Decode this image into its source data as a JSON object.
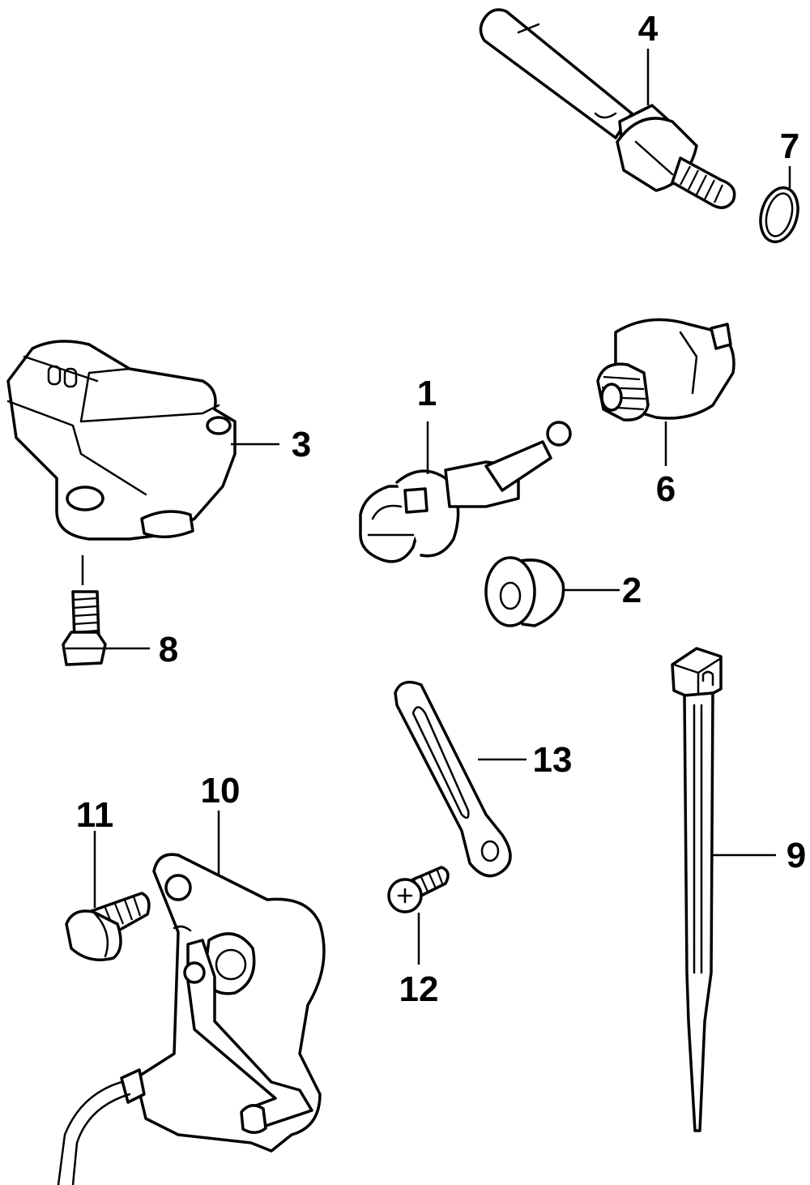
{
  "callouts": {
    "c1": "1",
    "c2": "2",
    "c3": "3",
    "c4": "4",
    "c6": "6",
    "c7": "7",
    "c8": "8",
    "c9": "9",
    "c10": "10",
    "c11": "11",
    "c12": "12",
    "c13": "13"
  },
  "colors": {
    "line": "#000000",
    "background": "#ffffff"
  }
}
